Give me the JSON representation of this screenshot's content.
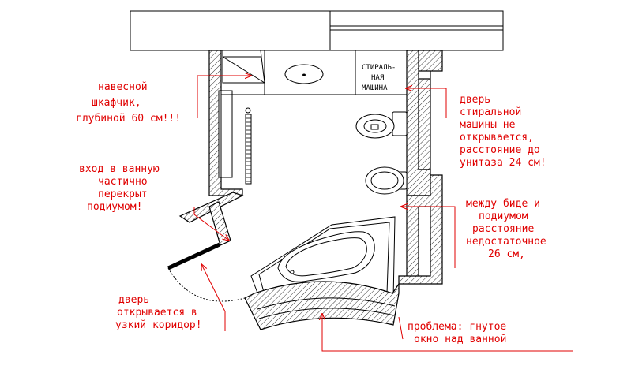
{
  "colors": {
    "annotation": "#e00000",
    "lines": "#000000",
    "background": "#ffffff"
  },
  "fixture_label": {
    "lines": [
      "СТИРАЛЬ-",
      "НАЯ",
      "МАШИНА"
    ]
  },
  "annotations": {
    "cabinet": {
      "lines": [
        "навесной",
        "шкафчик,",
        "глубиной 60 см!!!"
      ]
    },
    "entrance": {
      "lines": [
        "вход в ванную",
        "частично",
        "перекрыт",
        "подиумом!"
      ]
    },
    "door": {
      "lines": [
        "дверь",
        "открывается в",
        "узкий коридор!"
      ]
    },
    "washer_door": {
      "lines": [
        "дверь",
        "стиральной",
        "машины не",
        "открывается,",
        "расстояние до",
        "унитаза 24 см!"
      ]
    },
    "bidet_podium": {
      "lines": [
        "между биде и",
        "подиумом",
        "расстояние",
        "недостаточное",
        "26 см,"
      ]
    },
    "window": {
      "lines": [
        "проблема: гнутое",
        "окно над ванной"
      ]
    }
  }
}
